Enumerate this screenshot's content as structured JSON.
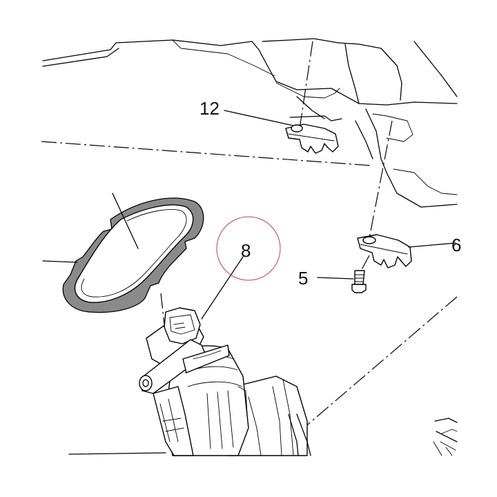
{
  "callouts": {
    "c12": "12",
    "c8": "8",
    "c5": "5",
    "c6": "6"
  },
  "highlight_color": "#c23b55",
  "line_color": "#000000",
  "gasket_fill": "#8a8a8a"
}
